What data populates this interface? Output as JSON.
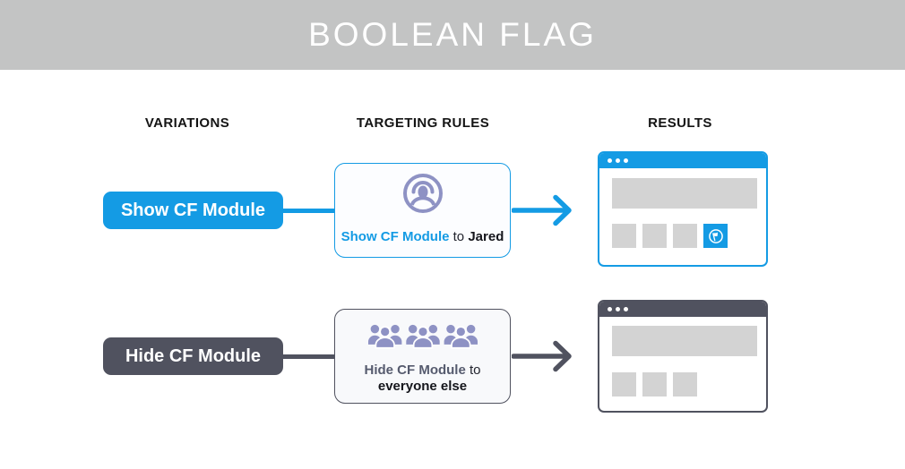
{
  "header": {
    "title": "BOOLEAN FLAG"
  },
  "columns": {
    "variations": "VARIATIONS",
    "targeting_rules": "TARGETING RULES",
    "results": "RESULTS"
  },
  "rows": [
    {
      "variation_label": "Show CF Module",
      "rule": {
        "icon": "single-user-icon",
        "flag_text": "Show CF Module",
        "connector_text": "to",
        "audience_text": "Jared"
      },
      "result": {
        "theme": "blue",
        "cf_module_visible": true,
        "placeholder_blocks": 3
      }
    },
    {
      "variation_label": "Hide CF Module",
      "rule": {
        "icon": "user-group-icon",
        "flag_text": "Hide CF Module",
        "connector_text": "to",
        "audience_text": "everyone else"
      },
      "result": {
        "theme": "dark",
        "cf_module_visible": false,
        "placeholder_blocks": 3
      }
    }
  ],
  "colors": {
    "accent_blue": "#149be4",
    "accent_slate": "#50525f",
    "icon_purple": "#8e92c4",
    "placeholder_gray": "#d3d3d3",
    "header_band_gray": "#c3c4c4",
    "title_text": "#ffffff"
  }
}
